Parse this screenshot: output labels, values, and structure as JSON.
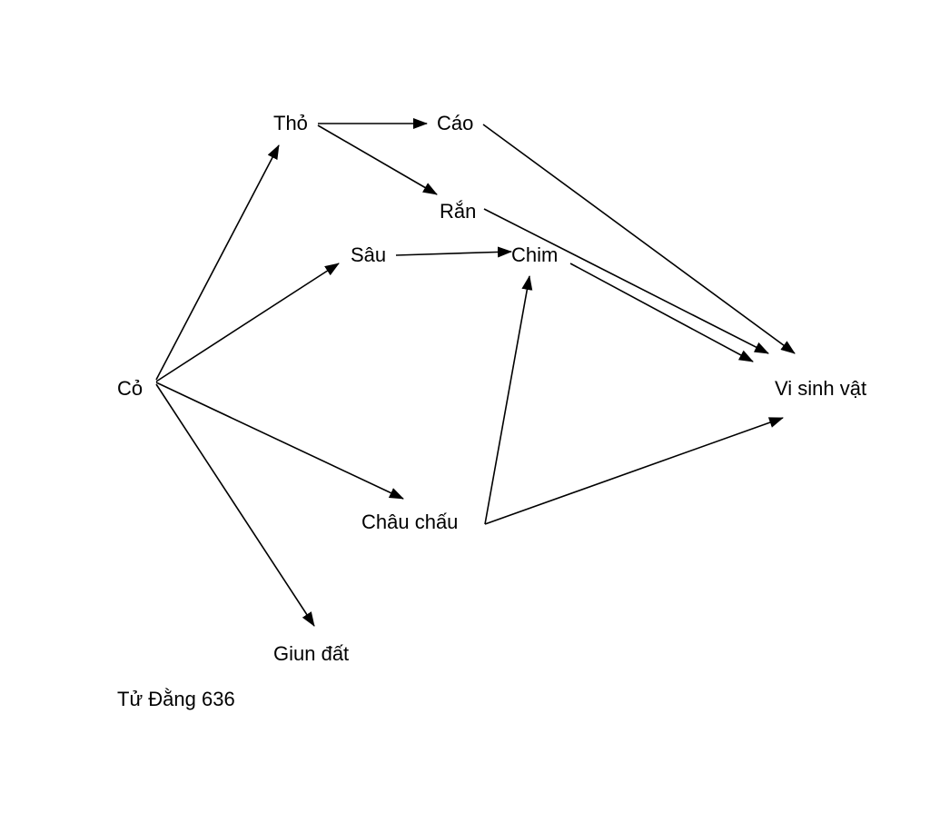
{
  "nodes": {
    "co": "Cỏ",
    "tho": "Thỏ",
    "cao": "Cáo",
    "ran": "Rắn",
    "sau": "Sâu",
    "chim": "Chim",
    "chau_chau": "Châu chấu",
    "giun_dat": "Giun đất",
    "vi_sinh_vat": "Vi sinh vật"
  },
  "edges": [
    {
      "from": "co",
      "to": "tho"
    },
    {
      "from": "co",
      "to": "sau"
    },
    {
      "from": "co",
      "to": "chau_chau"
    },
    {
      "from": "co",
      "to": "giun_dat"
    },
    {
      "from": "tho",
      "to": "cao"
    },
    {
      "from": "tho",
      "to": "ran"
    },
    {
      "from": "sau",
      "to": "chim"
    },
    {
      "from": "chau_chau",
      "to": "chim"
    },
    {
      "from": "chau_chau",
      "to": "vi_sinh_vat"
    },
    {
      "from": "cao",
      "to": "vi_sinh_vat"
    },
    {
      "from": "ran",
      "to": "vi_sinh_vat"
    },
    {
      "from": "chim",
      "to": "vi_sinh_vat"
    }
  ],
  "footer": "Tử Đằng 636",
  "colors": {
    "line": "#000000",
    "background": "#ffffff"
  }
}
